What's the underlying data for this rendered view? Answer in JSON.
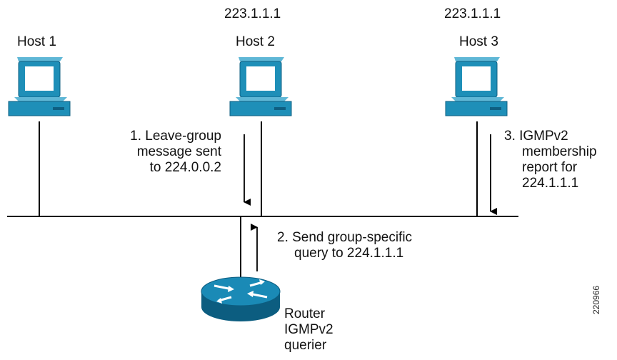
{
  "hosts": [
    {
      "name": "Host 1",
      "address": ""
    },
    {
      "name": "Host 2",
      "address": "223.1.1.1"
    },
    {
      "name": "Host 3",
      "address": "223.1.1.1"
    }
  ],
  "steps": [
    {
      "lines": [
        "1. Leave-group",
        "message sent",
        "to 224.0.0.2"
      ]
    },
    {
      "lines": [
        "2. Send group-specific",
        "query to 224.1.1.1"
      ]
    },
    {
      "lines": [
        "3. IGMPv2",
        "membership",
        "report for",
        "224.1.1.1"
      ]
    }
  ],
  "router": {
    "lines": [
      "Router",
      "IGMPv2",
      "querier"
    ]
  },
  "figure_id": "220966",
  "colors": {
    "computer": "#1e8fb8",
    "computer_dark": "#0e5f82",
    "screen": "#ffffff",
    "router": "#1a8ab6",
    "router_dark": "#0c5d80",
    "line": "#000000"
  }
}
